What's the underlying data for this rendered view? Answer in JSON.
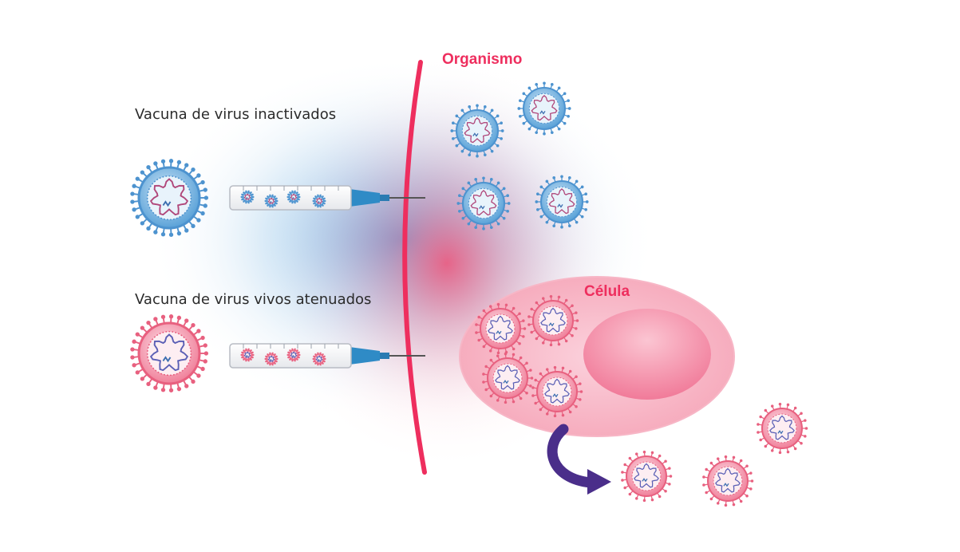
{
  "labels": {
    "inactivated": "Vacuna de virus inactivados",
    "attenuated": "Vacuna de virus vivos atenuados",
    "organism": "Organismo",
    "cell": "Célula"
  },
  "colors": {
    "accent": "#ee2e5e",
    "blue_virus": "#5aa2d8",
    "pink_virus": "#f0809a",
    "arrow": "#4a2e8a"
  },
  "icons": [
    "virus-icon",
    "syringe-icon",
    "curved-arrow-icon"
  ]
}
